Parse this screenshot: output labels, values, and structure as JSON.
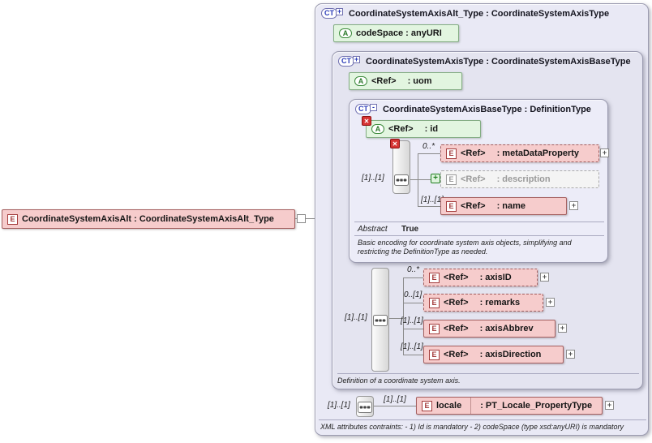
{
  "colors": {
    "container_lavender": "#E9E9F5",
    "element_pink": "#F6CCCC",
    "attribute_green": "#E2F5E0",
    "prohibited_red": "#D63333",
    "added_green": "#1E7E1E",
    "type_blue": "#2A3BB8"
  },
  "root_element": {
    "icon": "E",
    "name": "CoordinateSystemAxisAlt : CoordinateSystemAxisAlt_Type"
  },
  "outer_box": {
    "icon": "CT",
    "expand": "+",
    "title": "CoordinateSystemAxisAlt_Type : CoordinateSystemAxisType",
    "codespace_attribute": {
      "icon": "A",
      "label": "codeSpace : anyURI"
    },
    "locale_row": {
      "group_cardinality": "[1]..[1]",
      "element_cardinality": "[1]..[1]",
      "element": {
        "icon": "E",
        "name": "locale",
        "type": ": PT_Locale_PropertyType",
        "expand": "+"
      }
    },
    "footer": "XML attributes contraints: - 1) Id is mandatory - 2) codeSpace (type xsd:anyURI) is mandatory"
  },
  "middle_box": {
    "icon": "CT",
    "expand": "+",
    "title": "CoordinateSystemAxisType : CoordinateSystemAxisBaseType",
    "uom_attribute": {
      "icon": "A",
      "name": "<Ref>",
      "type": ": uom"
    },
    "group_cardinality": "[1]..[1]",
    "children": [
      {
        "cardinality": "0..*",
        "icon": "E",
        "name": "<Ref>",
        "type": ": axisID",
        "expand": "+"
      },
      {
        "cardinality": "0..[1]",
        "icon": "E",
        "name": "<Ref>",
        "type": ": remarks",
        "expand": "+"
      },
      {
        "cardinality": "[1]..[1]",
        "icon": "E",
        "name": "<Ref>",
        "type": ": axisAbbrev",
        "expand": "+"
      },
      {
        "cardinality": "[1]..[1]",
        "icon": "E",
        "name": "<Ref>",
        "type": ": axisDirection",
        "expand": "+"
      }
    ],
    "footer": "Definition of a coordinate system axis."
  },
  "inner_box": {
    "icon": "CT",
    "expand": "-",
    "title": "CoordinateSystemAxisBaseType : DefinitionType",
    "id_attribute": {
      "badge": "✕",
      "icon": "A",
      "name": "<Ref>",
      "type": ": id"
    },
    "group_cardinality": "[1]..[1]",
    "group_badge": "✕",
    "children": [
      {
        "cardinality": "0..*",
        "icon": "E",
        "name": "<Ref>",
        "type": ": metaDataProperty",
        "expand": "+"
      },
      {
        "badge": "+",
        "icon": "E",
        "name": "<Ref>",
        "type": ": description"
      },
      {
        "cardinality": "[1]..[1]",
        "icon": "E",
        "name": "<Ref>",
        "type": ": name",
        "expand": "+"
      }
    ],
    "abstract_label": "Abstract",
    "abstract_value": "True",
    "description": "Basic encoding for coordinate system axis objects, simplifying and restricting the DefinitionType as needed."
  }
}
